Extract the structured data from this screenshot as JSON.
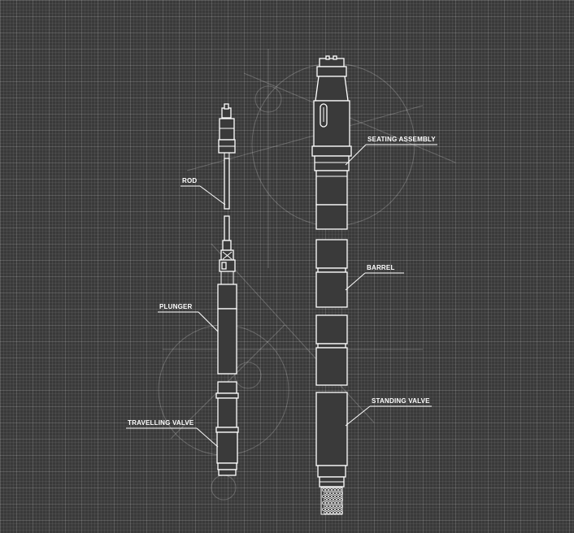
{
  "labels": {
    "rod": "ROD",
    "plunger": "PLUNGER",
    "travelling_valve": "TRAVELLING VALVE",
    "seating_assembly": "SEATING ASSEMBLY",
    "barrel": "BARREL",
    "standing_valve": "STANDING VALVE"
  },
  "colors": {
    "background": "#3a3a3a",
    "line": "#ffffff"
  }
}
